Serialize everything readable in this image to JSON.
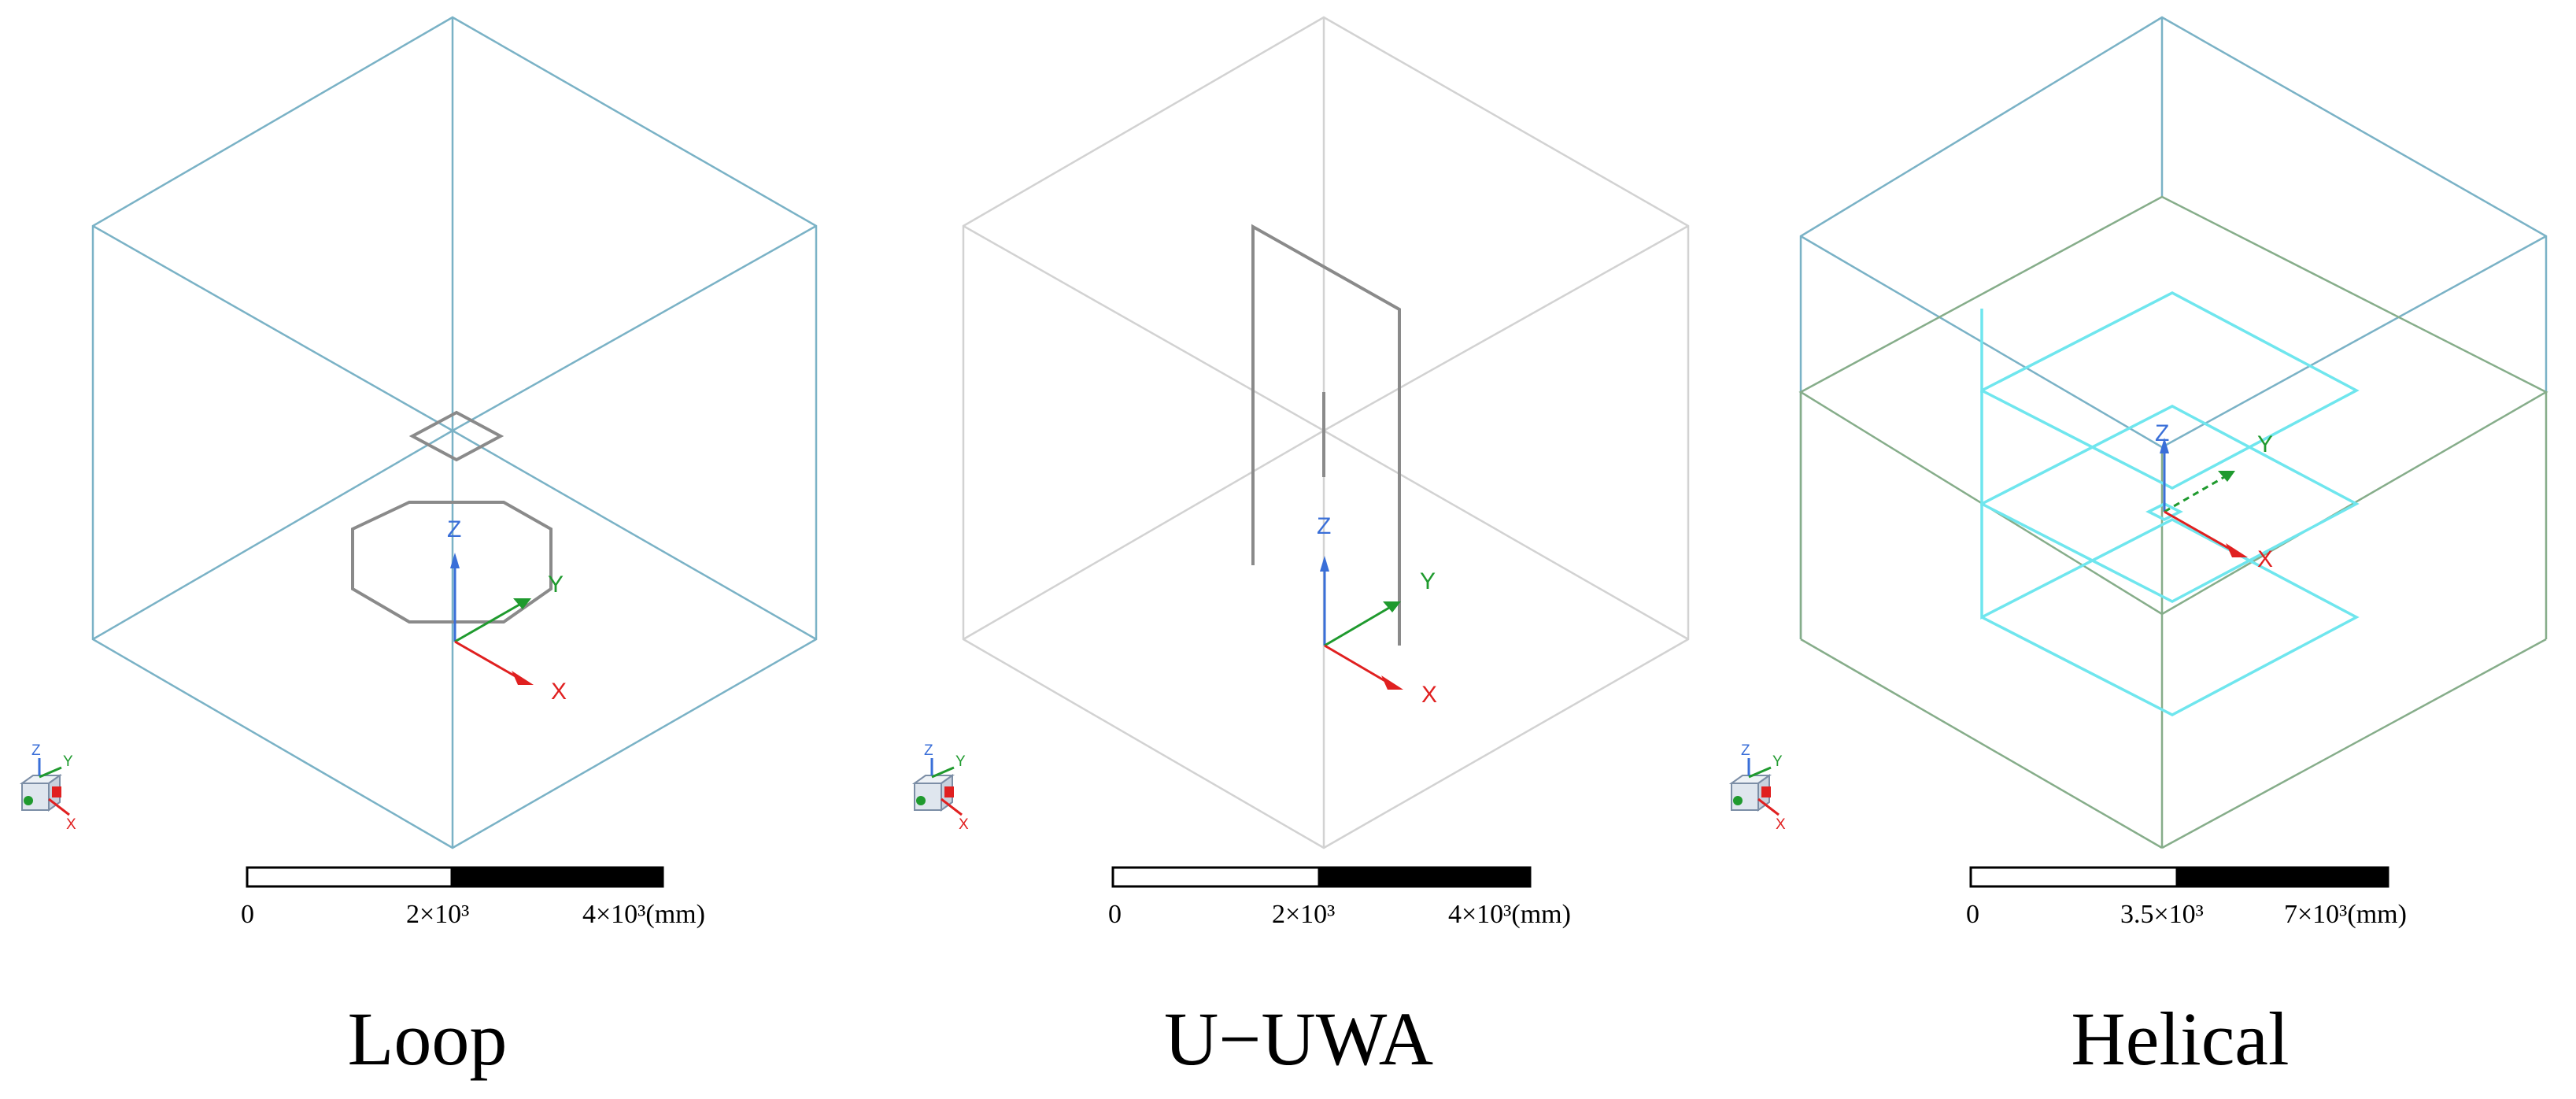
{
  "panels": [
    {
      "id": "loop",
      "caption": "Loop",
      "box_color": "#7ab2c6",
      "axes": {
        "x": "X",
        "y": "Y",
        "z": "Z"
      },
      "mini_axes": {
        "x": "X",
        "y": "Y",
        "z": "Z"
      },
      "scale": {
        "labels": [
          "0",
          "2×10³",
          "4×10³(mm)"
        ]
      }
    },
    {
      "id": "u-uwa",
      "caption": "U−UWA",
      "box_color": "#d2d2d2",
      "axes": {
        "x": "X",
        "y": "Y",
        "z": "Z"
      },
      "mini_axes": {
        "x": "X",
        "y": "Y",
        "z": "Z"
      },
      "scale": {
        "labels": [
          "0",
          "2×10³",
          "4×10³(mm)"
        ]
      }
    },
    {
      "id": "helical",
      "caption": "Helical",
      "box_color": "#7ab2c6",
      "inner_box_color": "#86ad8a",
      "coil_color": "#6fe6ee",
      "axes": {
        "x": "X",
        "y": "Y",
        "z": "Z"
      },
      "mini_axes": {
        "x": "X",
        "y": "Y",
        "z": "Z"
      },
      "scale": {
        "labels": [
          "0",
          "3.5×10³",
          "7×10³(mm)"
        ]
      }
    }
  ],
  "colors": {
    "axis_x": "#e02020",
    "axis_y": "#1f9a2e",
    "axis_z": "#3a6fd8",
    "antenna": "#8a8a8a"
  }
}
